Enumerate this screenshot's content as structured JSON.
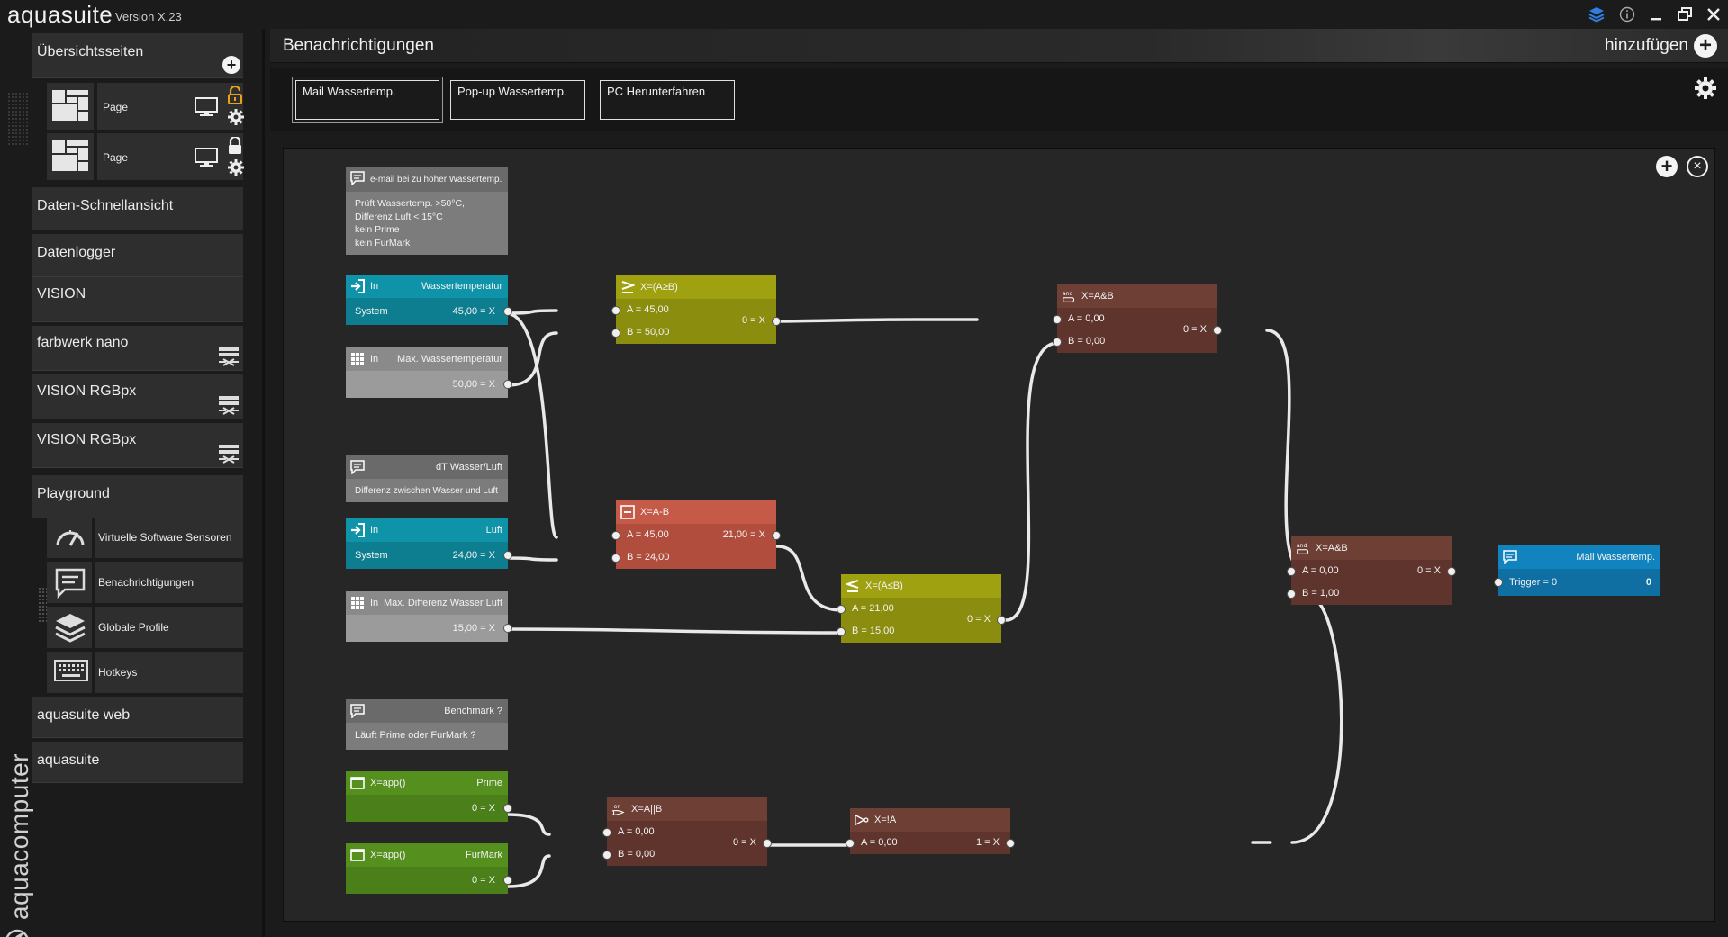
{
  "app": {
    "name": "aquasuite",
    "version": "Version X.23",
    "brand_vertical": "aquacomputer"
  },
  "sidebar": {
    "overview_label": "Übersichtsseiten",
    "pages": [
      {
        "label": "Page"
      },
      {
        "label": "Page"
      }
    ],
    "items": [
      {
        "label": "Daten-Schnellansicht"
      },
      {
        "label": "Datenlogger"
      },
      {
        "label": "VISION"
      },
      {
        "label": "farbwerk nano"
      },
      {
        "label": "VISION RGBpx"
      },
      {
        "label": "VISION RGBpx"
      },
      {
        "label": "Playground"
      }
    ],
    "playground_sub": [
      {
        "label": "Virtuelle Software Sensoren",
        "icon": "gauge-icon"
      },
      {
        "label": "Benachrichtigungen",
        "icon": "message-icon"
      },
      {
        "label": "Globale Profile",
        "icon": "layers-icon"
      },
      {
        "label": "Hotkeys",
        "icon": "keyboard-icon"
      }
    ],
    "bottom_items": [
      {
        "label": "aquasuite web"
      },
      {
        "label": "aquasuite"
      }
    ]
  },
  "header": {
    "title": "Benachrichtigungen",
    "add_label": "hinzufügen"
  },
  "tabs": [
    {
      "label": "Mail Wassertemp.",
      "active": true
    },
    {
      "label": "Pop-up Wassertemp.",
      "active": false
    },
    {
      "label": "PC Herunterfahren",
      "active": false
    }
  ],
  "nodes": {
    "comment1": {
      "title": "e-mail bei zu hoher Wassertemp.",
      "lines": [
        "Prüft Wassertemp. >50°C,",
        "Differenz Luft < 15°C",
        "kein Prime",
        "kein FurMark"
      ]
    },
    "in_water": {
      "kind": "In",
      "title": "Wassertemperatur",
      "source": "System",
      "value": "45,00 = X"
    },
    "max_water": {
      "kind": "In",
      "title": "Max. Wassertemperatur",
      "value": "50,00 = X"
    },
    "comment2": {
      "title": "dT Wasser/Luft",
      "text": "Differenz zwischen Wasser und Luft"
    },
    "in_air": {
      "kind": "In",
      "title": "Luft",
      "source": "System",
      "value": "24,00 = X"
    },
    "max_diff": {
      "kind": "In",
      "title": "Max. Differenz Wasser Luft",
      "value": "15,00 = X"
    },
    "comment3": {
      "title": "Benchmark ?",
      "text": "Läuft Prime oder FurMark ?"
    },
    "app_prime": {
      "kind": "X=app()",
      "title": "Prime",
      "value": "0 = X"
    },
    "app_furmark": {
      "kind": "X=app()",
      "title": "FurMark",
      "value": "0 = X"
    },
    "ge": {
      "title": "X=(A≥B)",
      "a": "A = 45,00",
      "b": "B = 50,00",
      "out": "0 = X"
    },
    "sub": {
      "title": "X=A-B",
      "a": "A = 45,00",
      "b": "B = 24,00",
      "out": "21,00 = X"
    },
    "le": {
      "title": "X=(A≤B)",
      "a": "A = 21,00",
      "b": "B = 15,00",
      "out": "0 = X"
    },
    "and1": {
      "title": "X=A&B",
      "a": "A = 0,00",
      "b": "B = 0,00",
      "out": "0 = X"
    },
    "and2": {
      "title": "X=A&B",
      "a": "A = 0,00",
      "b": "B = 1,00",
      "out": "0 = X"
    },
    "or": {
      "title": "X=A||B",
      "a": "A = 0,00",
      "b": "B = 0,00",
      "out": "0 = X"
    },
    "not": {
      "title": "X=!A",
      "a": "A = 0,00",
      "out": "1 = X"
    },
    "mail": {
      "title": "Mail Wassertemp.",
      "trigger": "Trigger = 0",
      "value": "0"
    }
  },
  "colors": {
    "accent_cyan": "#0f93a8",
    "olive": "#9fa111",
    "red": "#c55a48",
    "brown": "#6e3f35",
    "green": "#55901f",
    "blue": "#1183bf",
    "lock_gold": "#e8a21a"
  }
}
